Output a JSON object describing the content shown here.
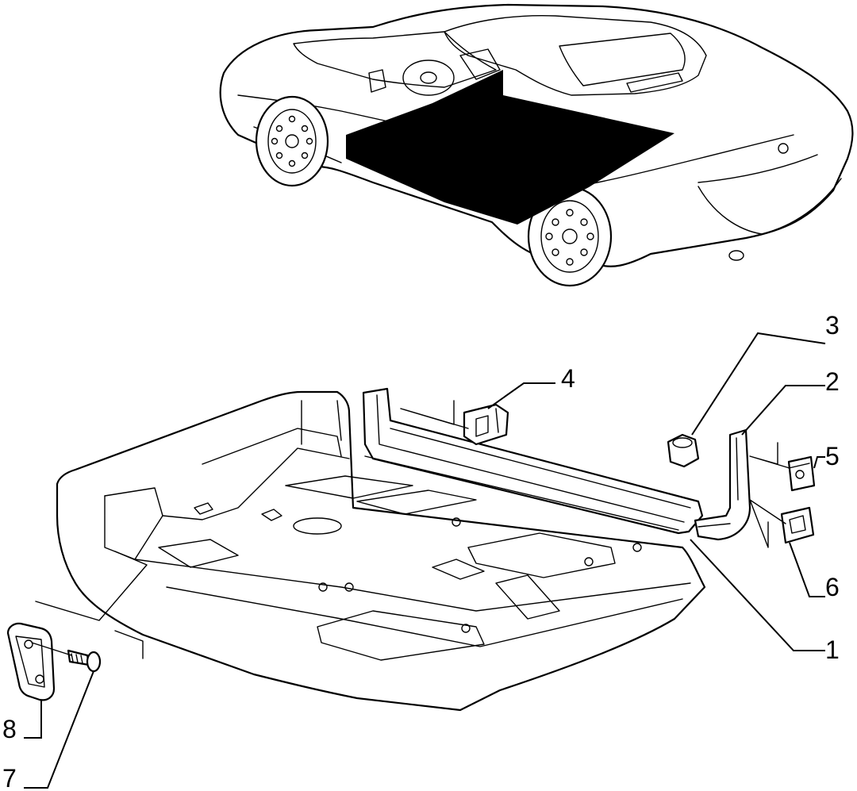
{
  "callouts": [
    {
      "id": "1",
      "label": "1"
    },
    {
      "id": "2",
      "label": "2"
    },
    {
      "id": "3",
      "label": "3"
    },
    {
      "id": "4",
      "label": "4"
    },
    {
      "id": "5",
      "label": "5"
    },
    {
      "id": "6",
      "label": "6"
    },
    {
      "id": "7",
      "label": "7"
    },
    {
      "id": "8",
      "label": "8"
    }
  ],
  "colors": {
    "ink": "#000000",
    "paper": "#ffffff",
    "highlight": "#000000"
  }
}
